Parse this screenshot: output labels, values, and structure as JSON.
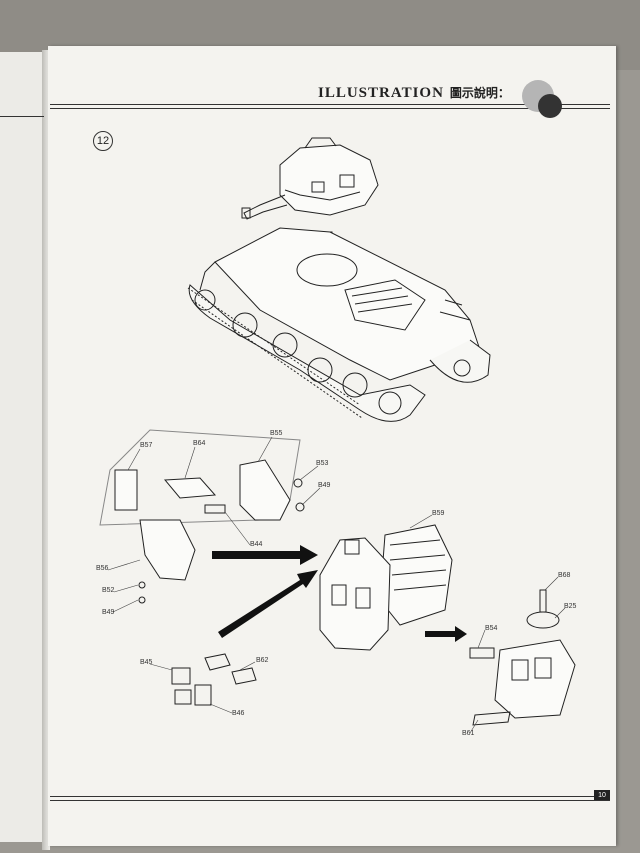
{
  "header": {
    "title_en": "ILLUSTRATION",
    "title_zh": "圖示說明："
  },
  "step": "12",
  "labels": {
    "B57": "B57",
    "B64": "B64",
    "B55": "B55",
    "B53": "B53",
    "B49a": "B49",
    "B44": "B44",
    "B56": "B56",
    "B52": "B52",
    "B49b": "B49",
    "B59": "B59",
    "B68": "B68",
    "B25": "B25",
    "B54": "B54",
    "B45": "B45",
    "B62": "B62",
    "B46": "B46",
    "B61": "B61"
  },
  "page_number": "10"
}
